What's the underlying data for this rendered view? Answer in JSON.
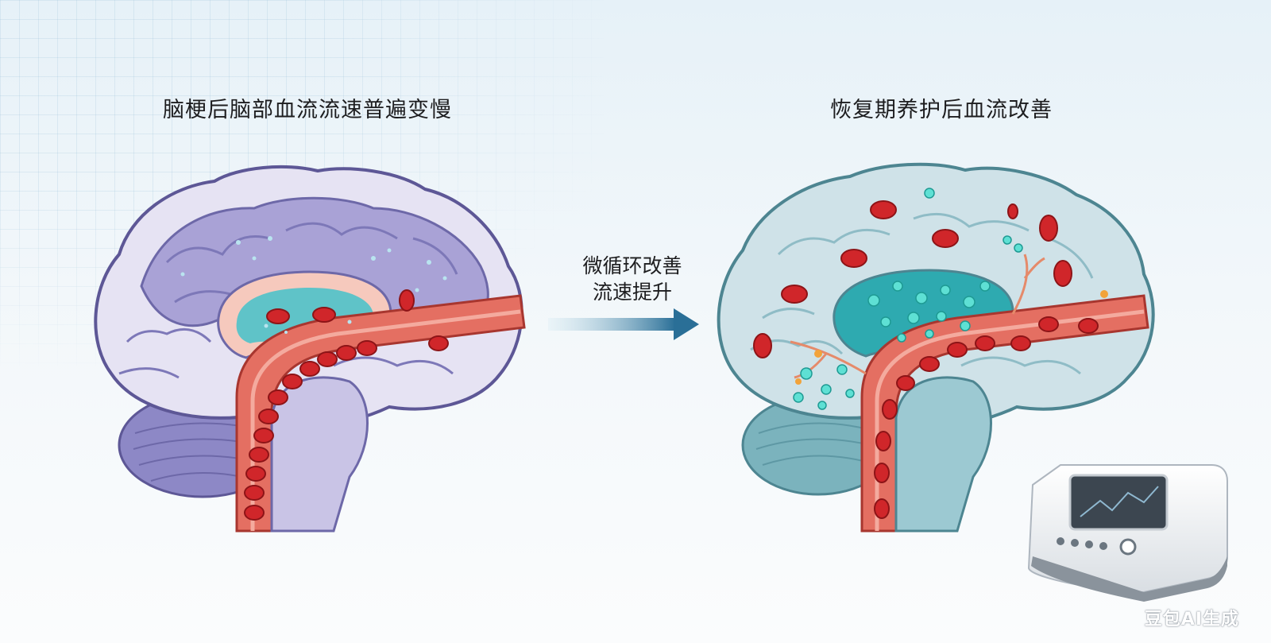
{
  "left_panel": {
    "title": "脑梗后脑部血流流速普遍变慢"
  },
  "right_panel": {
    "title": "恢复期养护后血流改善"
  },
  "arrow_label": {
    "line1": "微循环改善",
    "line2": "流速提升"
  },
  "watermark": "豆包AI生成",
  "colors": {
    "left_brain": "#a9a2d6",
    "right_brain": "#c9dfe6",
    "vessel": "#e46f62",
    "red_cell": "#d0262a",
    "cyan_dot": "#3fd0c6",
    "arrow": "#2a6f97"
  }
}
